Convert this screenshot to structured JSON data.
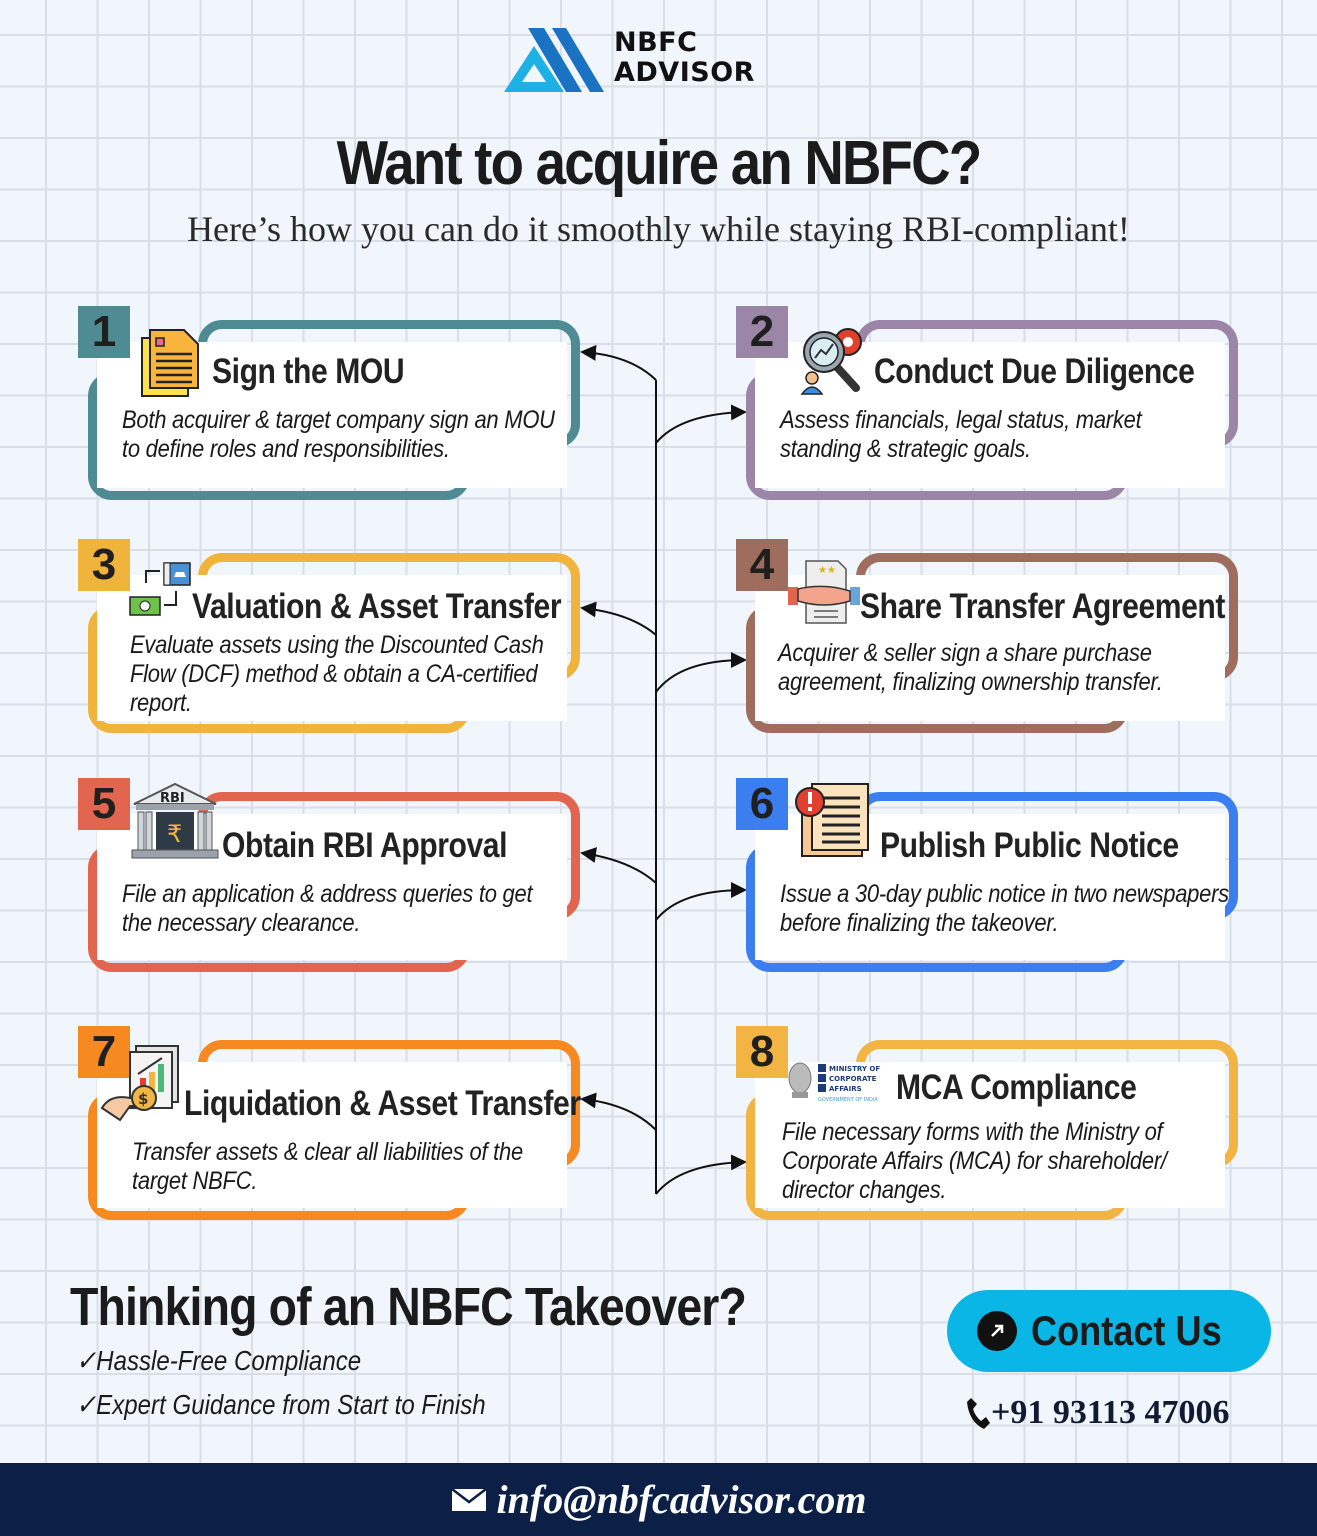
{
  "brand": {
    "line1": "NBFC",
    "line2": "ADVISOR",
    "colors": {
      "light": "#1fb0e6",
      "dark": "#1a73c2"
    }
  },
  "header": {
    "title": "Want to acquire an NBFC?",
    "subtitle": "Here’s how you can do it smoothly while staying RBI-compliant!"
  },
  "steps": [
    {
      "number": "1",
      "title": "Sign the MOU",
      "description": "Both acquirer & target company sign an MOU to define roles and responsibilities.",
      "icon": "document-icon",
      "color": "#4f8b93"
    },
    {
      "number": "2",
      "title": "Conduct Due Diligence",
      "description": "Assess financials, legal status, market standing & strategic goals.",
      "icon": "magnifier-gear-icon",
      "color": "#9b86a8"
    },
    {
      "number": "3",
      "title": "Valuation & Asset Transfer",
      "description": "Evaluate assets using the Discounted Cash Flow (DCF) method & obtain a CA-certified report.",
      "icon": "money-transfer-icon",
      "color": "#f0b43c"
    },
    {
      "number": "4",
      "title": "Share Transfer Agreement",
      "description": "Acquirer & seller sign a share purchase agreement, finalizing ownership transfer.",
      "icon": "handshake-contract-icon",
      "color": "#9e6d5e"
    },
    {
      "number": "5",
      "title": "Obtain RBI Approval",
      "description": "File an application & address queries to get the necessary clearance.",
      "icon": "rbi-bank-icon",
      "icon_label": "RBI",
      "color": "#e2664f"
    },
    {
      "number": "6",
      "title": "Publish Public Notice",
      "description": "Issue a 30-day public notice in two newspapers before finalizing the takeover.",
      "icon": "public-notice-icon",
      "color": "#3a7ef0"
    },
    {
      "number": "7",
      "title": "Liquidation & Asset Transfer",
      "description": "Transfer assets & clear all liabilities of the target NBFC.",
      "icon": "hand-coin-chart-icon",
      "color": "#f6891f"
    },
    {
      "number": "8",
      "title": "MCA Compliance",
      "description": "File necessary forms with the Ministry of Corporate Affairs (MCA) for shareholder/ director changes.",
      "icon": "mca-logo-icon",
      "icon_label": [
        "MINISTRY OF",
        "CORPORATE",
        "AFFAIRS",
        "GOVERNMENT OF INDIA"
      ],
      "color": "#f2b443"
    }
  ],
  "cta": {
    "title": "Thinking of an NBFC Takeover?",
    "bullets": [
      "✓Hassle-Free Compliance",
      "✓Expert Guidance from Start to Finish"
    ],
    "button_label": "Contact Us",
    "button_color": "#0ab6e5",
    "phone": "+91 93113 47006"
  },
  "footer": {
    "email": "info@nbfcadvisor.com",
    "background": "#0b1f47"
  }
}
